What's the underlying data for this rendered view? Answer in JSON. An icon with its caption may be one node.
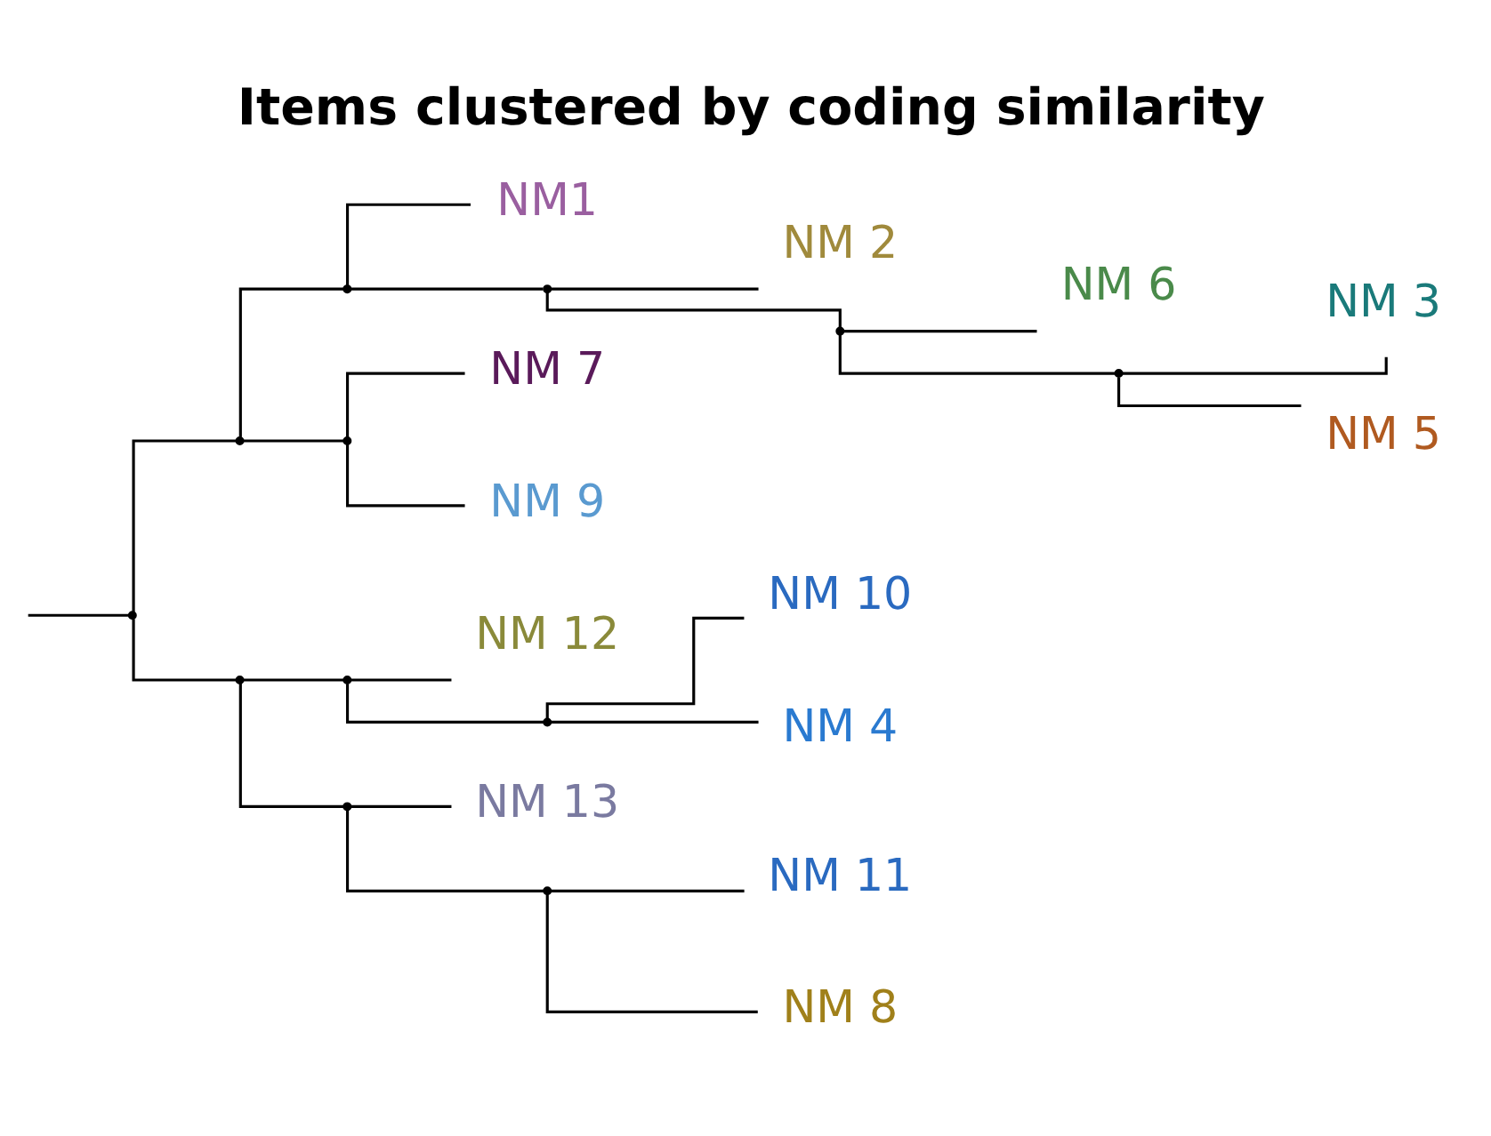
{
  "diagram": {
    "title": "Items clustered by coding similarity",
    "nodes": [
      {
        "text": [],
        "shape": "point"
      },
      {
        "text": [],
        "shape": "point"
      },
      {
        "text": [],
        "shape": "point"
      },
      {
        "text": [
          "NM1"
        ]
      },
      {
        "text": [],
        "shape": "point"
      },
      {
        "text": [
          "NM 2"
        ]
      },
      {
        "text": [],
        "shape": "point"
      },
      {
        "text": [
          "NM 6"
        ]
      },
      {
        "text": [],
        "shape": "point"
      },
      {
        "text": [
          "NM 3"
        ]
      },
      {
        "text": [
          "NM 5"
        ]
      },
      {
        "text": [],
        "shape": "point"
      },
      {
        "text": [
          "NM 7"
        ]
      },
      {
        "text": [
          "NM 9"
        ]
      },
      {
        "text": [],
        "shape": "point"
      },
      {
        "text": [],
        "shape": "point"
      },
      {
        "text": [
          "NM 12"
        ]
      },
      {
        "text": [],
        "shape": "point"
      },
      {
        "text": [
          "NM 10"
        ]
      },
      {
        "text": [
          "NM 4"
        ]
      },
      {
        "text": [],
        "shape": "point"
      },
      {
        "text": [
          "NM 13"
        ]
      },
      {
        "text": [],
        "shape": "point"
      },
      {
        "text": [
          "NM 11"
        ]
      },
      {
        "text": [
          "NM 8"
        ]
      }
    ],
    "edges": [
      {
        "from": null,
        "to": 0,
        "arrow": "none"
      },
      {
        "from": 0,
        "to": 1,
        "arrow": "none"
      },
      {
        "from": 1,
        "to": 2,
        "arrow": "none"
      },
      {
        "from": 2,
        "to": 3,
        "arrow": "none"
      },
      {
        "from": 2,
        "to": 4,
        "arrow": "none"
      },
      {
        "from": 4,
        "to": 5,
        "arrow": "none"
      },
      {
        "from": 4,
        "to": 6,
        "arrow": "none"
      },
      {
        "from": 6,
        "to": 7,
        "arrow": "none"
      },
      {
        "from": 6,
        "to": 8,
        "arrow": "none"
      },
      {
        "from": 8,
        "to": 9,
        "arrow": "none"
      },
      {
        "from": 8,
        "to": 10,
        "arrow": "none"
      },
      {
        "from": 1,
        "to": 11,
        "arrow": "none"
      },
      {
        "from": 11,
        "to": 12,
        "arrow": "none"
      },
      {
        "from": 11,
        "to": 13,
        "arrow": "none"
      },
      {
        "from": 0,
        "to": 14,
        "arrow": "none"
      },
      {
        "from": 14,
        "to": 15,
        "arrow": "none"
      },
      {
        "from": 15,
        "to": 16,
        "arrow": "none"
      },
      {
        "from": 15,
        "to": 17,
        "arrow": "none"
      },
      {
        "from": 17,
        "to": 18,
        "arrow": "none"
      },
      {
        "from": 17,
        "to": 19,
        "arrow": "none"
      },
      {
        "from": 14,
        "to": 20,
        "arrow": "none"
      },
      {
        "from": 20,
        "to": 21,
        "arrow": "none"
      },
      {
        "from": 20,
        "to": 22,
        "arrow": "none"
      },
      {
        "from": 22,
        "to": 23,
        "arrow": "none"
      },
      {
        "from": 22,
        "to": 24,
        "arrow": "none"
      }
    ]
  }
}
